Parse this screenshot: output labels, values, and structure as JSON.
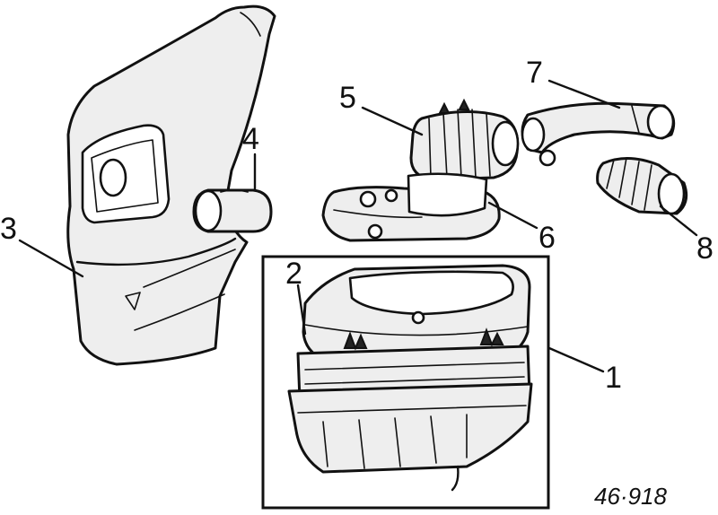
{
  "callouts": [
    {
      "id": "1",
      "label": "1"
    },
    {
      "id": "2",
      "label": "2"
    },
    {
      "id": "3",
      "label": "3"
    },
    {
      "id": "4",
      "label": "4"
    },
    {
      "id": "5",
      "label": "5"
    },
    {
      "id": "6",
      "label": "6"
    },
    {
      "id": "7",
      "label": "7"
    },
    {
      "id": "8",
      "label": "8"
    }
  ],
  "reference_code": "46·918",
  "colors": {
    "ink": "#111111",
    "paper": "#ffffff",
    "shade": "#eeeeee"
  }
}
